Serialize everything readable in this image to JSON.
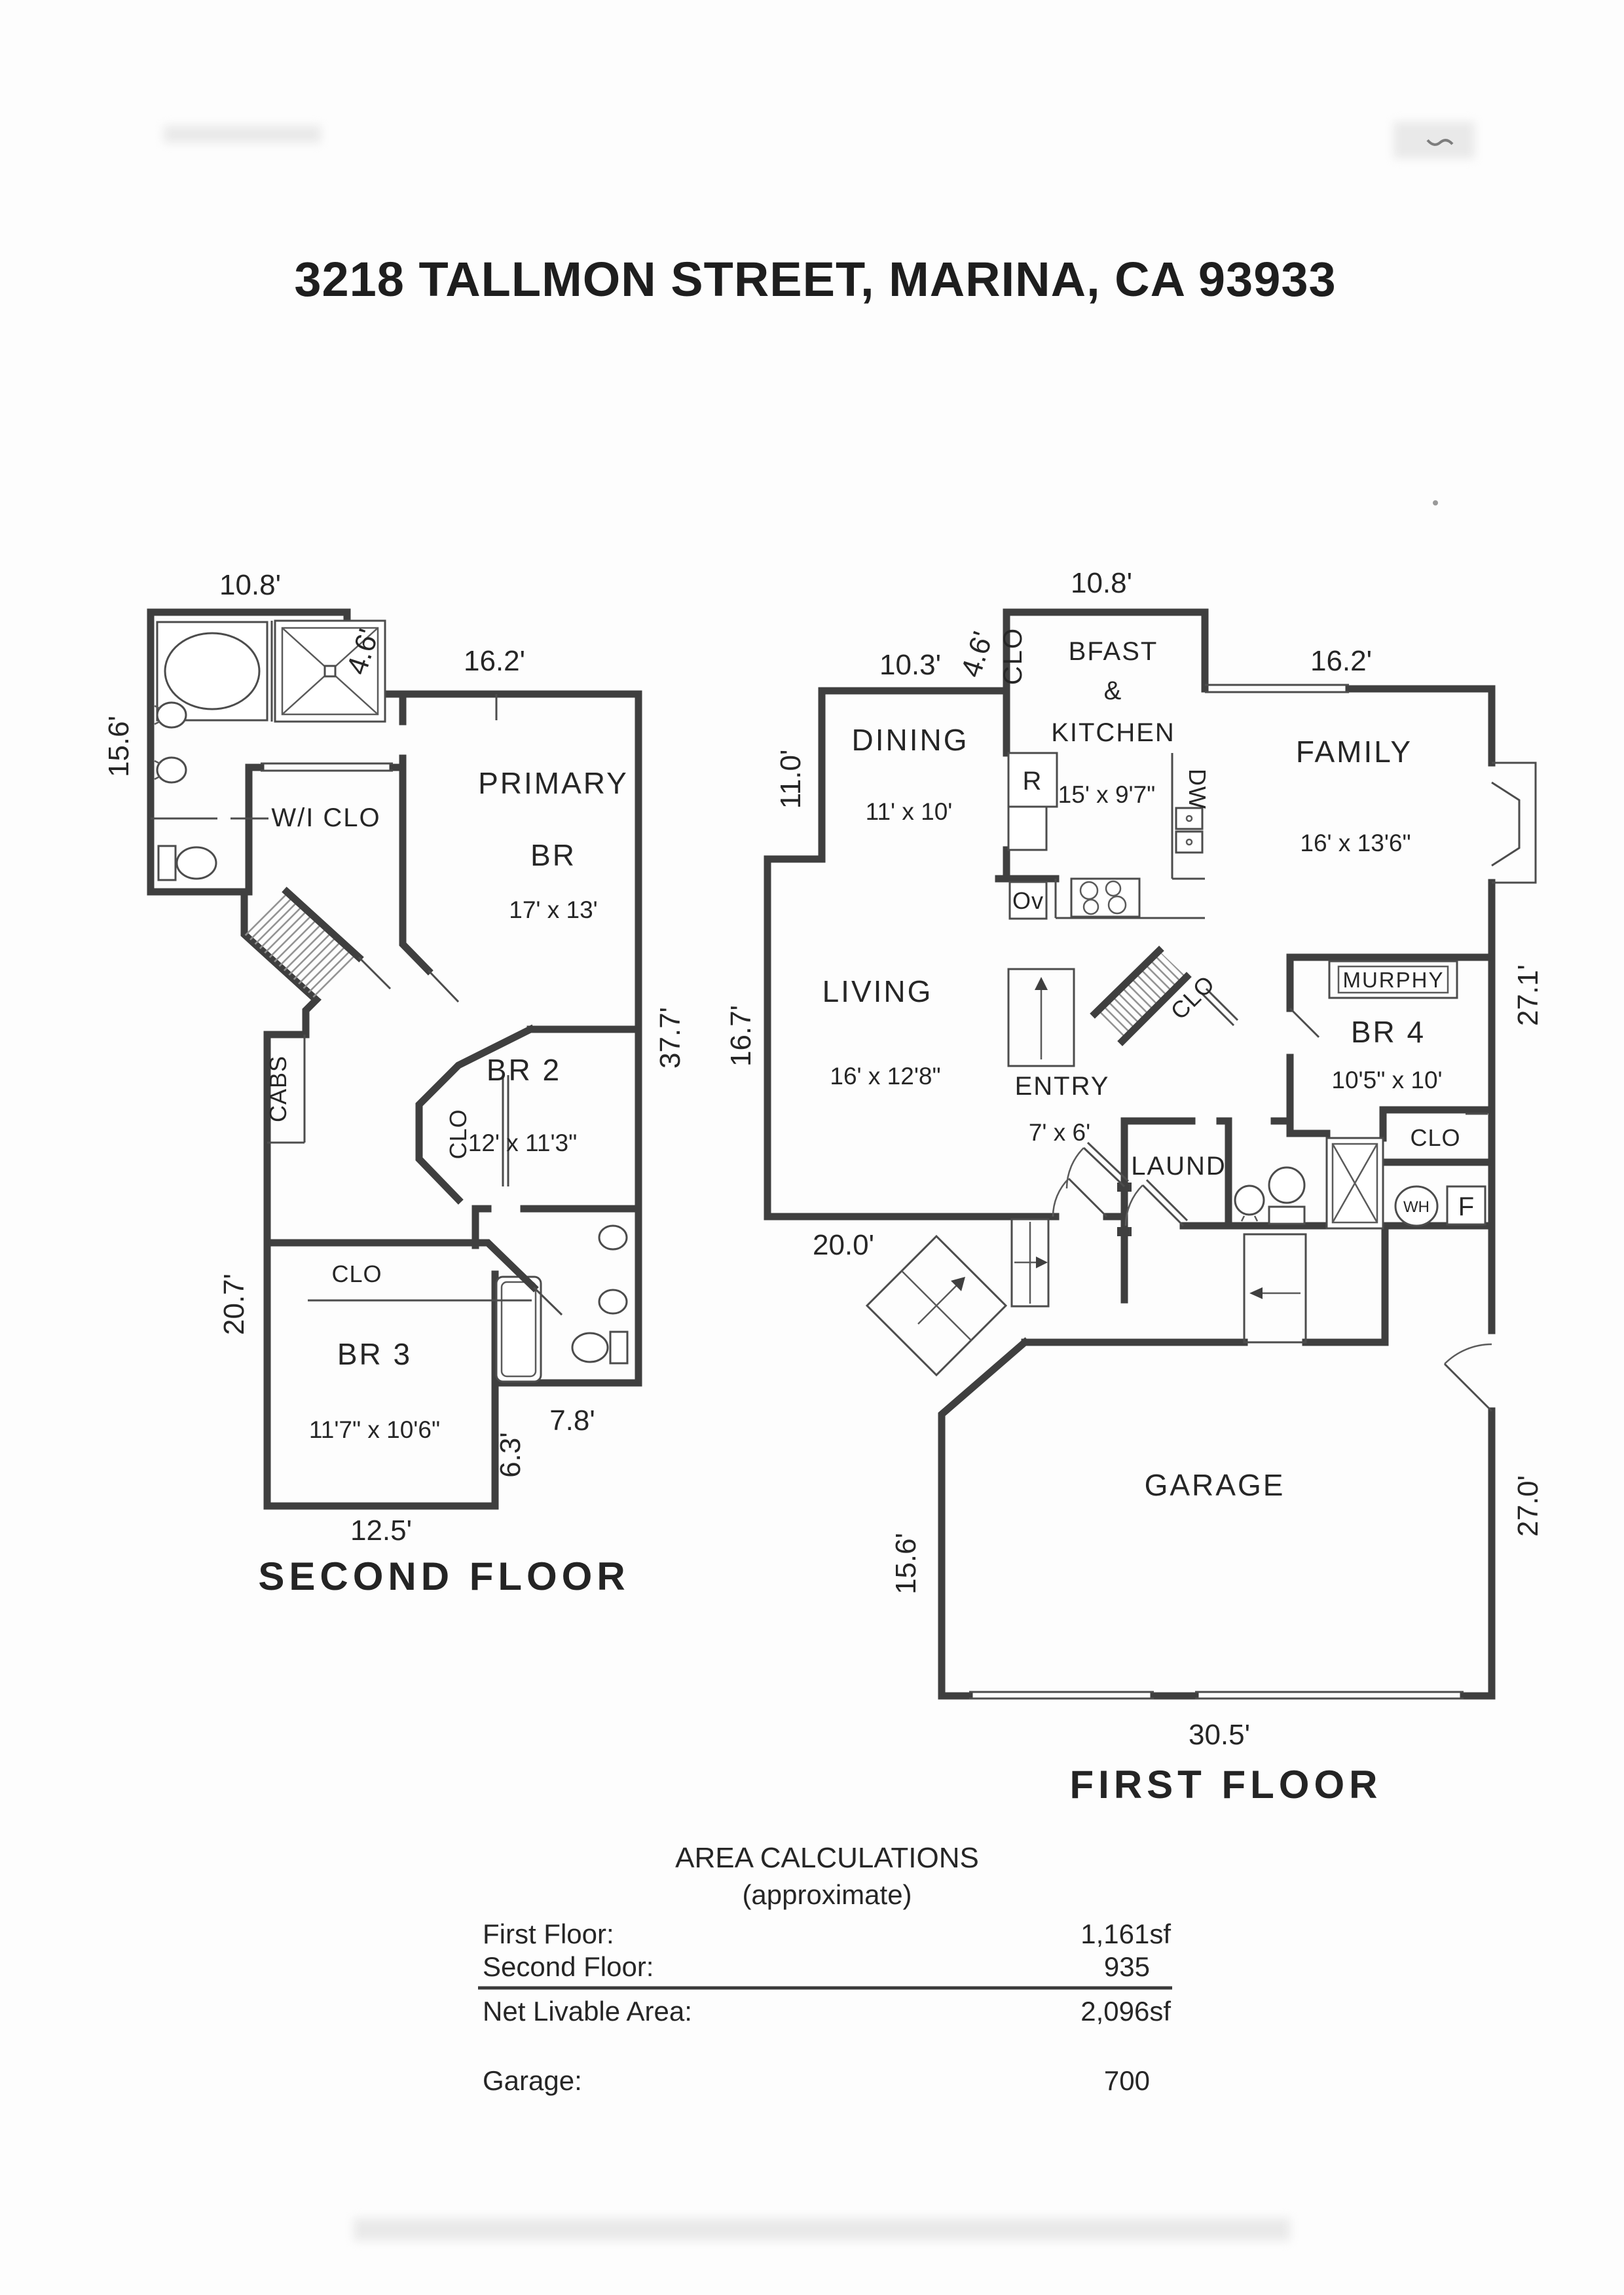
{
  "page": {
    "title": "3218 TALLMON STREET, MARINA, CA  93933"
  },
  "second_floor": {
    "name": "SECOND FLOOR",
    "rooms": {
      "primary_line1": "PRIMARY",
      "primary_line2": "BR",
      "primary_size": "17' x 13'",
      "wi_clo": "W/I CLO",
      "br2": "BR 2",
      "br2_size": "12' x 11'3\"",
      "br2_clo": "CLO",
      "cabs": "CABS",
      "br3_clo": "CLO",
      "br3": "BR 3",
      "br3_size": "11'7\" x 10'6\""
    },
    "dims": {
      "bath_top": "10.8'",
      "bath_step": "4.6'",
      "primary_top": "16.2'",
      "bath_left": "15.6'",
      "right": "37.7'",
      "br3_left": "20.7'",
      "br3_bottom": "12.5'",
      "bath2_step": "6.3'",
      "bath2_bottom": "7.8'"
    }
  },
  "first_floor": {
    "name": "FIRST FLOOR",
    "rooms": {
      "bfast_line1": "BFAST",
      "bfast_line2": "&",
      "bfast_line3": "KITCHEN",
      "bfast_size": "15' x 9'7\"",
      "kitchen_clo": "CLO",
      "dining": "DINING",
      "dining_size": "11' x 10'",
      "family": "FAMILY",
      "family_size": "16' x 13'6\"",
      "living": "LIVING",
      "living_size": "16' x 12'8\"",
      "entry": "ENTRY",
      "entry_size": "7' x 6'",
      "laund": "LAUND",
      "entry_clo": "CLO",
      "br4": "BR 4",
      "br4_size": "10'5\" x 10'",
      "murphy": "MURPHY",
      "br4_clo": "CLO",
      "garage": "GARAGE"
    },
    "fixtures": {
      "refrigerator": "R",
      "oven": "Ov",
      "dishwasher": "DW",
      "water_heater": "WH",
      "furnace": "F"
    },
    "dims": {
      "kitchen_top": "10.8'",
      "dining_top": "10.3'",
      "kitchen_step": "4.6'",
      "family_top": "16.2'",
      "dining_left": "11.0'",
      "living_left": "16.7'",
      "living_bottom": "20.0'",
      "right_upper": "27.1'",
      "garage_left": "15.6'",
      "garage_right": "27.0'",
      "garage_bottom": "30.5'"
    }
  },
  "area_calculations": {
    "title": "AREA CALCULATIONS",
    "subtitle": "(approximate)",
    "rows": [
      {
        "label": "First Floor:",
        "value": "1,161sf"
      },
      {
        "label": "Second Floor:",
        "value": "935"
      },
      {
        "label": "Net Livable Area:",
        "value": "2,096sf"
      }
    ],
    "garage": {
      "label": "Garage:",
      "value": "700"
    }
  }
}
